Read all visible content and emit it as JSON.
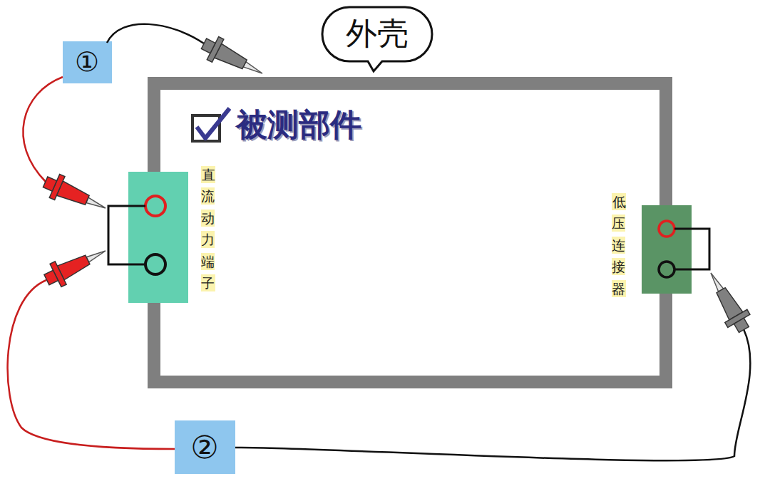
{
  "diagram": {
    "nodes": [
      {
        "text": [
          "被测部件"
        ]
      },
      {
        "text": [
          "直流动力端子"
        ],
        "in": 0
      },
      {
        "text": [
          "低压连接器"
        ],
        "in": 0
      }
    ],
    "labels": [
      "外壳",
      "①",
      "②"
    ]
  }
}
